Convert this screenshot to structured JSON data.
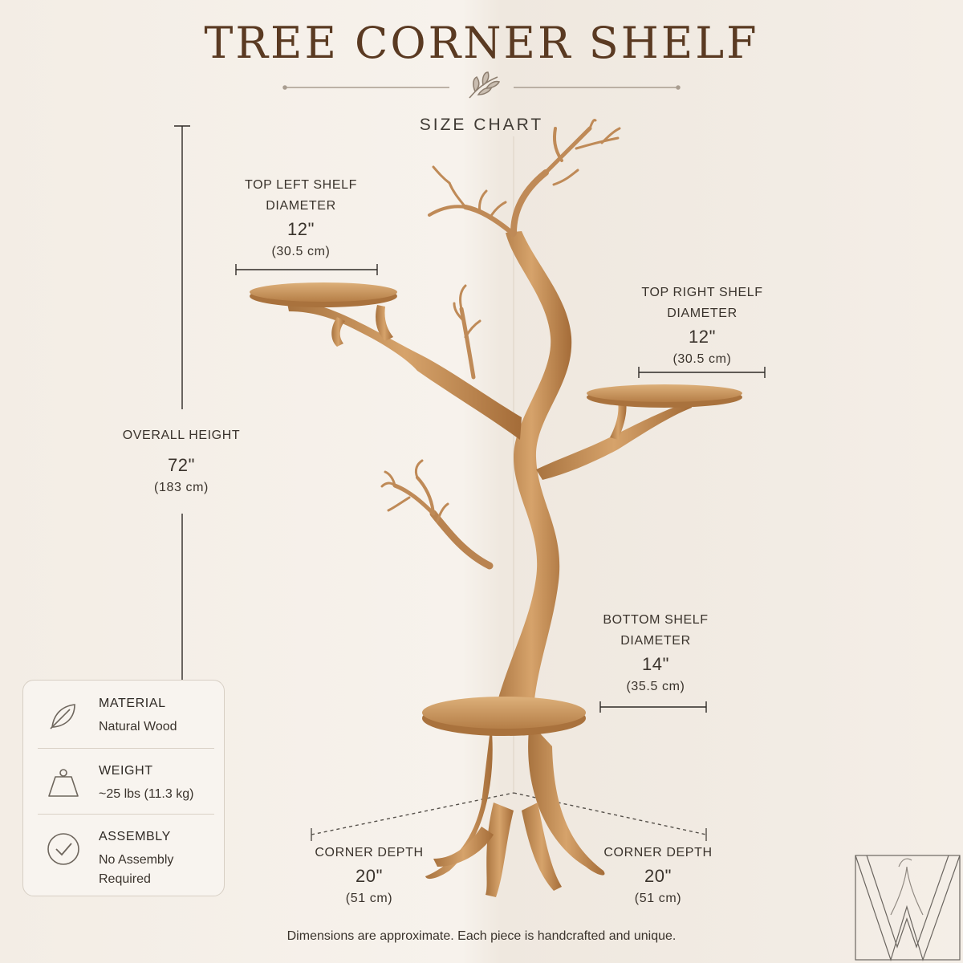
{
  "header": {
    "title": "TREE CORNER SHELF",
    "subtitle": "SIZE CHART"
  },
  "dimensions": {
    "top_left": {
      "label_line1": "TOP LEFT SHELF",
      "label_line2": "DIAMETER",
      "imperial": "12\"",
      "metric": "(30.5 cm)"
    },
    "top_right": {
      "label_line1": "TOP RIGHT SHELF",
      "label_line2": "DIAMETER",
      "imperial": "12\"",
      "metric": "(30.5 cm)"
    },
    "overall": {
      "label": "OVERALL HEIGHT",
      "imperial": "72\"",
      "metric": "(183 cm)"
    },
    "bottom": {
      "label_line1": "BOTTOM SHELF",
      "label_line2": "DIAMETER",
      "imperial": "14\"",
      "metric": "(35.5 cm)"
    },
    "depth_left": {
      "label": "CORNER DEPTH",
      "imperial": "20\"",
      "metric": "(51 cm)"
    },
    "depth_right": {
      "label": "CORNER DEPTH",
      "imperial": "20\"",
      "metric": "(51 cm)"
    }
  },
  "specs": {
    "material": {
      "key": "MATERIAL",
      "value": "Natural Wood",
      "icon": "leaf-icon"
    },
    "weight": {
      "key": "WEIGHT",
      "value": "~25 lbs (11.3 kg)",
      "icon": "weight-icon"
    },
    "assembly": {
      "key": "ASSEMBLY",
      "value_line1": "No Assembly",
      "value_line2": "Required",
      "icon": "check-circle-icon"
    }
  },
  "footer": {
    "caption": "Dimensions are approximate. Each piece is handcrafted and unique."
  },
  "colors": {
    "title": "#5a3a22",
    "wood": "#c8935a",
    "wood_dark": "#9c6a38",
    "line": "#2e2a26"
  }
}
